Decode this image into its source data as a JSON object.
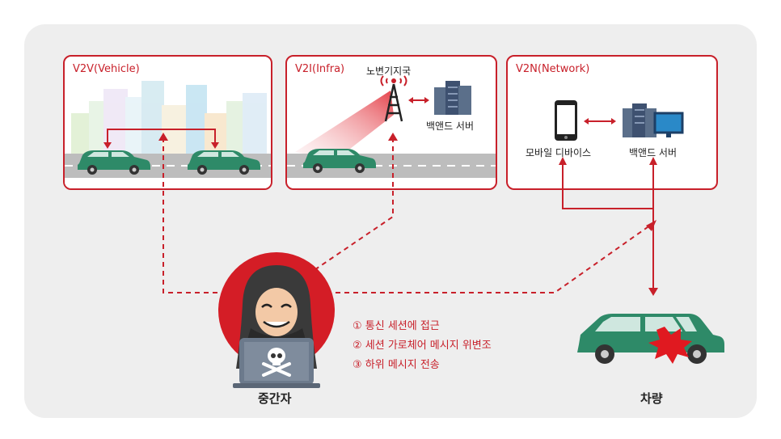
{
  "panels": {
    "v2v": {
      "title": "V2V(Vehicle)"
    },
    "v2i": {
      "title": "V2I(Infra)",
      "tower_label": "노변기지국",
      "server_label": "백앤드 서버"
    },
    "v2n": {
      "title": "V2N(Network)",
      "mobile_label": "모바일 디바이스",
      "server_label": "백앤드 서버"
    }
  },
  "attacker": {
    "label": "중간자"
  },
  "victim": {
    "label": "차량"
  },
  "steps": [
    "① 통신 세션에 접근",
    "② 세션 가로체어 메시지 위변조",
    "③ 하위 메시지 전송"
  ],
  "colors": {
    "accent": "#c8202a",
    "car": "#2e8a68",
    "background": "#eeeeee"
  }
}
